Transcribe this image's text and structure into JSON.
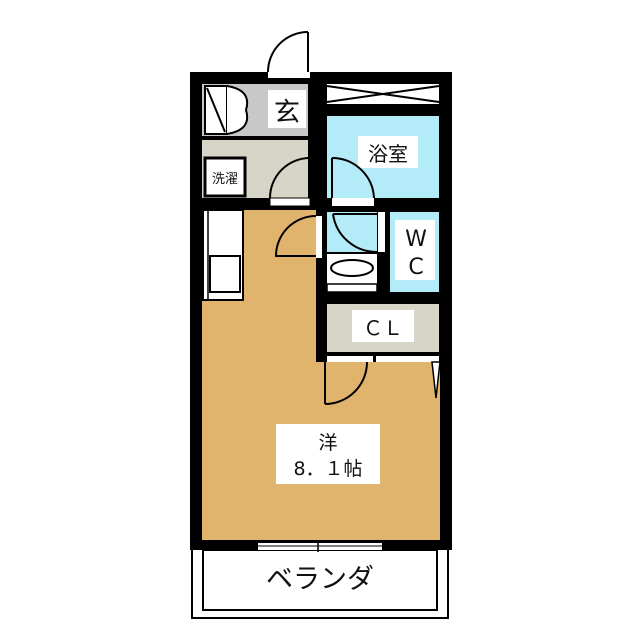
{
  "floor_plan": {
    "rooms": {
      "entrance": {
        "label": "玄",
        "color": "#c8c8c8"
      },
      "bath": {
        "label": "浴室",
        "color": "#b3ecf8"
      },
      "laundry": {
        "label": "洗濯"
      },
      "wc": {
        "label_line1": "W",
        "label_line2": "C",
        "color": "#b3ecf8"
      },
      "closet": {
        "label": "ＣＬ",
        "color": "#d7d4c8"
      },
      "western_room": {
        "label_line1": "洋",
        "label_line2": "8．１帖",
        "color": "#e1b46e"
      },
      "balcony": {
        "label": "ベランダ"
      },
      "hallway": {
        "color": "#d7d4c8"
      }
    },
    "colors": {
      "wall": "#000000",
      "fixture": "#ffffff"
    }
  }
}
